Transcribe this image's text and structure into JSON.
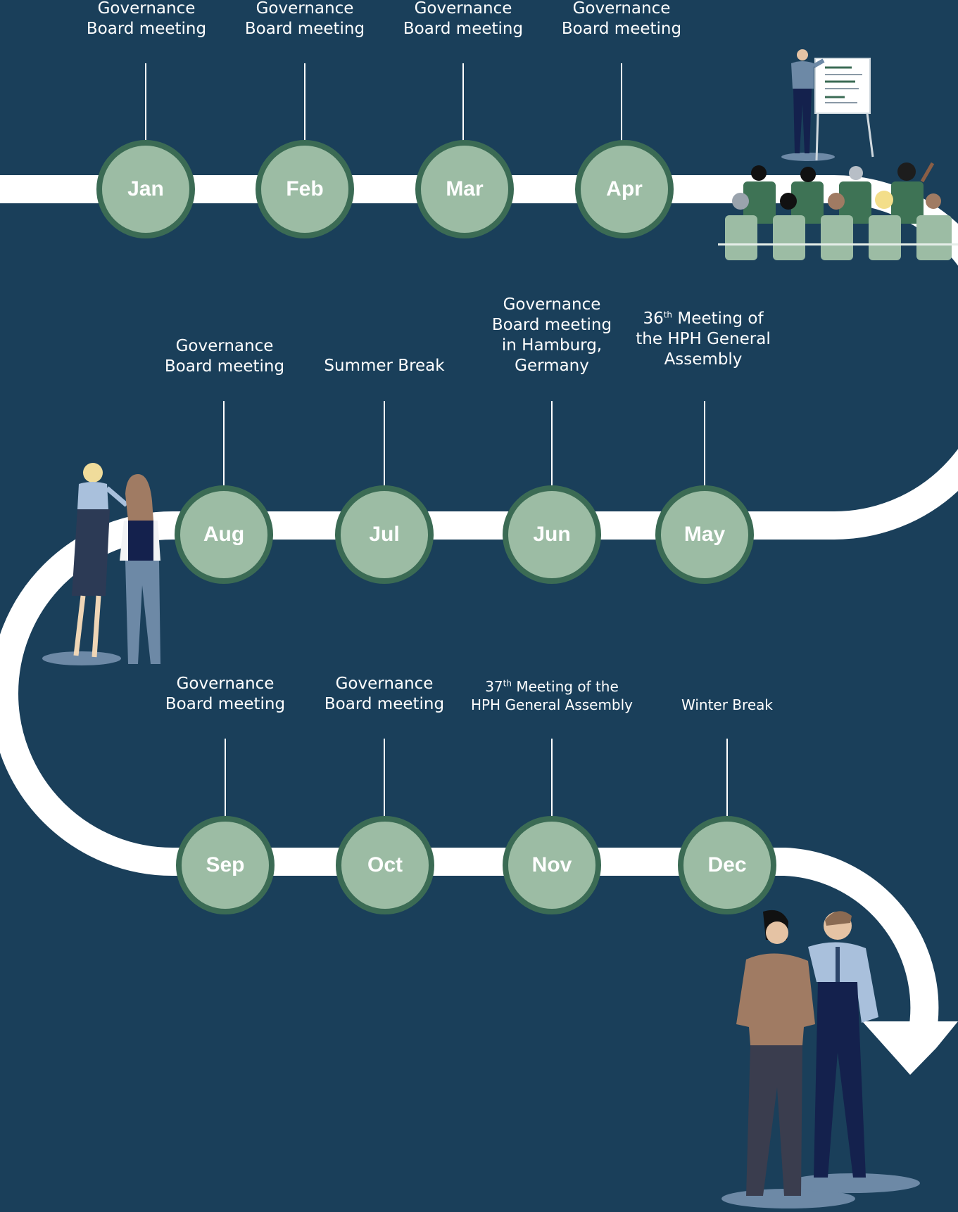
{
  "colors": {
    "background": "#1a3f5a",
    "road": "#ffffff",
    "month_fill": "#9cbca4",
    "month_ring": "#3b6b54",
    "text": "#ffffff"
  },
  "months": [
    {
      "abbr": "Jan",
      "event": [
        "Governance",
        "Board meeting"
      ]
    },
    {
      "abbr": "Feb",
      "event": [
        "Governance",
        "Board meeting"
      ]
    },
    {
      "abbr": "Mar",
      "event": [
        "Governance",
        "Board meeting"
      ]
    },
    {
      "abbr": "Apr",
      "event": [
        "Governance",
        "Board meeting"
      ]
    },
    {
      "abbr": "May",
      "event_ordinal": "36",
      "event_sup": "th",
      "event_rest": [
        "Meeting of",
        "the HPH General",
        "Assembly"
      ]
    },
    {
      "abbr": "Jun",
      "event": [
        "Governance",
        "Board meeting",
        "in Hamburg,",
        "Germany"
      ]
    },
    {
      "abbr": "Jul",
      "event": [
        "Summer Break"
      ]
    },
    {
      "abbr": "Aug",
      "event": [
        "Governance",
        "Board meeting"
      ]
    },
    {
      "abbr": "Sep",
      "event": [
        "Governance",
        "Board meeting"
      ]
    },
    {
      "abbr": "Oct",
      "event": [
        "Governance",
        "Board meeting"
      ]
    },
    {
      "abbr": "Nov",
      "event_ordinal": "37",
      "event_sup": "th",
      "event_rest": [
        "Meeting of the",
        "HPH General Assembly"
      ]
    },
    {
      "abbr": "Dec",
      "event": [
        "Winter Break"
      ]
    }
  ],
  "illustrations": [
    "presenter-at-flipchart",
    "seated-audience",
    "two-women-talking",
    "two-men-talking"
  ]
}
